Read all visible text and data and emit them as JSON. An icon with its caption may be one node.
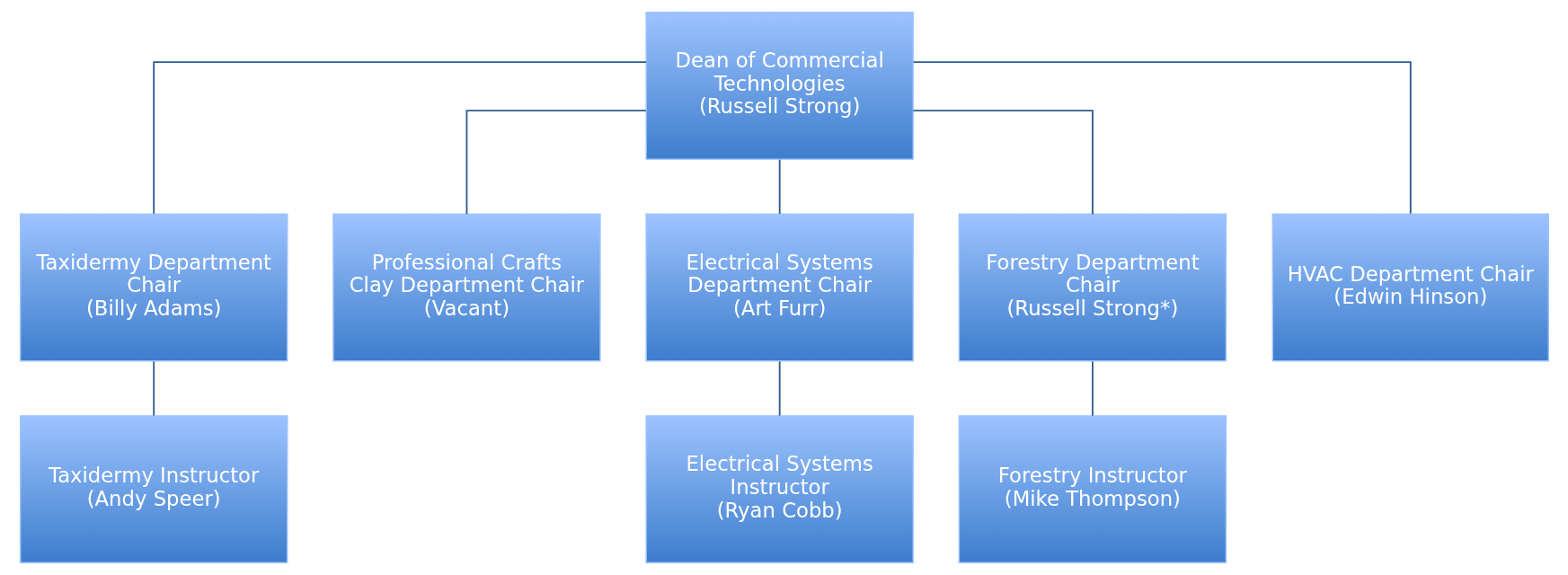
{
  "diagram": {
    "nodes": [
      {
        "text": [
          "Dean of Commercial Technologies",
          "(Russell Strong)"
        ]
      },
      {
        "text": [
          "Taxidermy Department Chair",
          "(Billy Adams)"
        ]
      },
      {
        "text": [
          "Professional Crafts Clay Department Chair",
          "(Vacant)"
        ]
      },
      {
        "text": [
          "Electrical Systems Department Chair",
          "(Art Furr)"
        ]
      },
      {
        "text": [
          "Forestry Department Chair",
          "(Russell Strong*)"
        ]
      },
      {
        "text": [
          "HVAC Department Chair",
          "(Edwin Hinson)"
        ]
      },
      {
        "text": [
          "Taxidermy Instructor",
          "(Andy Speer)"
        ]
      },
      {
        "text": [
          "Electrical Systems Instructor",
          "(Ryan Cobb)"
        ]
      },
      {
        "text": [
          "Forestry Instructor",
          "(Mike Thompson)"
        ]
      }
    ],
    "edges": [
      {
        "from": 0,
        "to": 1,
        "arrow": "none"
      },
      {
        "from": 0,
        "to": 2,
        "arrow": "none"
      },
      {
        "from": 0,
        "to": 3,
        "arrow": "none"
      },
      {
        "from": 0,
        "to": 4,
        "arrow": "none"
      },
      {
        "from": 0,
        "to": 5,
        "arrow": "none"
      },
      {
        "from": 1,
        "to": 6,
        "arrow": "none"
      },
      {
        "from": 3,
        "to": 7,
        "arrow": "none"
      },
      {
        "from": 4,
        "to": 8,
        "arrow": "none"
      }
    ]
  }
}
